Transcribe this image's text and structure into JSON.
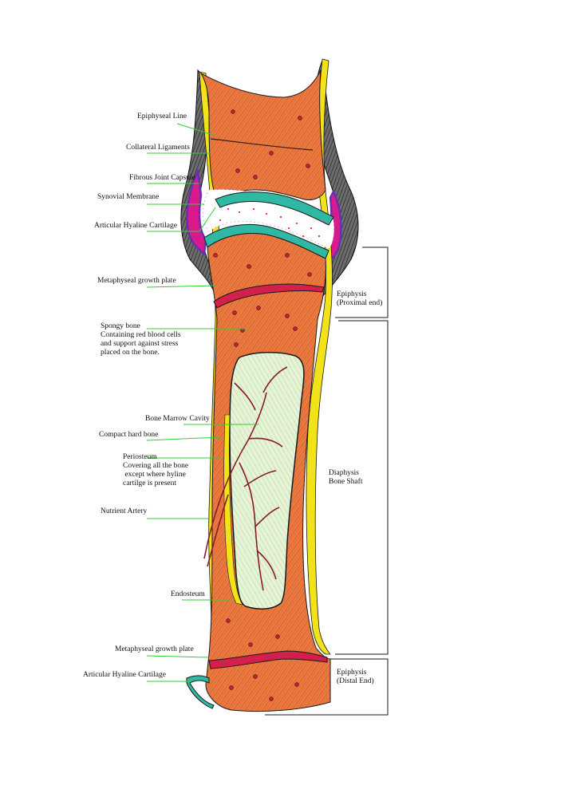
{
  "labels": {
    "epiphyseal_line": "Epiphyseal Line",
    "collateral_ligaments": "Collateral Ligaments",
    "fibrous_joint_capsule": "Fibrous Joint Capsule",
    "synovial_membrane": "Synovial Membrane",
    "articular_hyaline_cartilage_top": "Articular Hyaline Cartilage",
    "metaphyseal_growth_plate_top": "Metaphyseal growth plate",
    "spongy_bone": [
      "Spongy bone",
      "Containing red blood cells",
      "and support against stress",
      "placed on the bone."
    ],
    "bone_marrow_cavity": "Bone Marrow Cavity",
    "compact_hard_bone": "Compact hard bone",
    "periosteum": [
      "Periosteum",
      "Covering all the bone",
      " except where hyline",
      "cartilge is present"
    ],
    "nutrient_artery": "Nutrient Artery",
    "endosteum": "Endosteum",
    "metaphyseal_growth_plate_bottom": "Metaphyseal growth plate",
    "articular_hyaline_cartilage_bottom": "Articular Hyaline Cartilage",
    "epiphysis_proximal": [
      "Epiphysis",
      "(Proximal end)"
    ],
    "diaphysis": [
      "Diaphysis",
      "Bone Shaft"
    ],
    "epiphysis_distal": [
      "Epiphysis",
      "(Distal End)"
    ]
  },
  "colors": {
    "bone": "#e8733a",
    "bone_dark": "#b5481c",
    "cartilage": "#2fb8a4",
    "growth_plate": "#d21f4b",
    "periosteum": "#f2e21a",
    "marrow": "#dff0c8",
    "marrow_hatch": "#7fc46a",
    "ligament": "#2b2b2b",
    "capsule_magenta": "#d91a8c",
    "capsule_purple": "#6a2fb0",
    "leader": "#33cc33",
    "artery": "#8a1a2a"
  }
}
